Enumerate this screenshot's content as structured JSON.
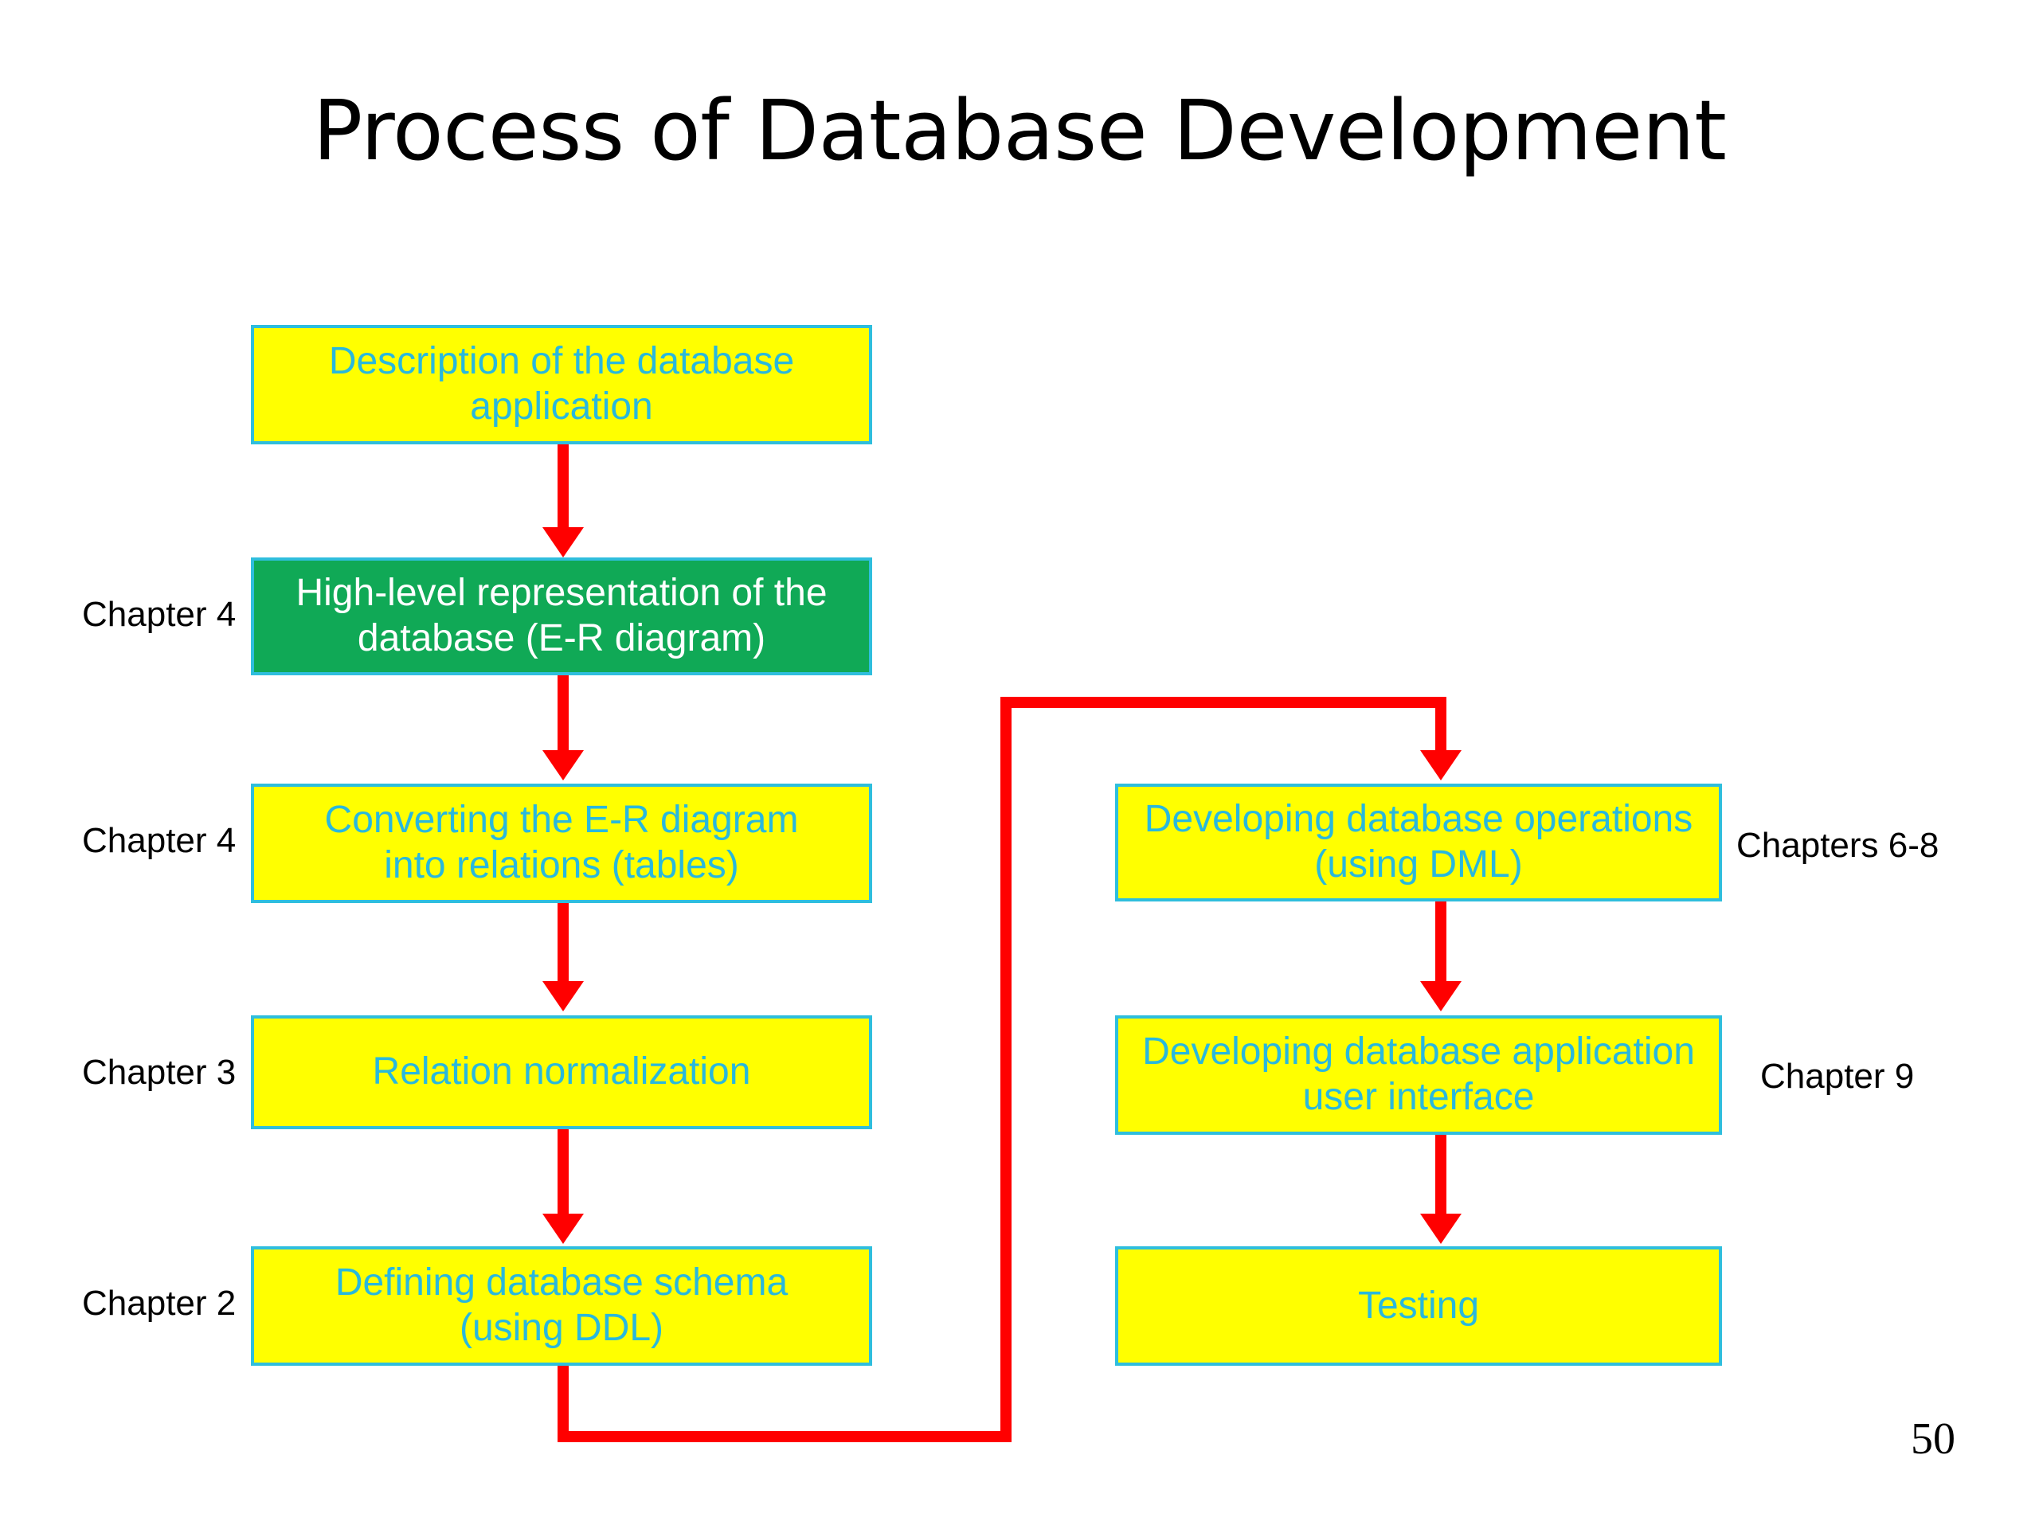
{
  "slide": {
    "title": "Process of Database Development",
    "page_number": "50",
    "background_color": "#ffffff"
  },
  "colors": {
    "box_fill_yellow": "#ffff00",
    "box_fill_green": "#10a956",
    "box_border_cyan": "#2fbedd",
    "box_text_cyan": "#29b8dd",
    "box_text_white": "#ffffff",
    "connector_red": "#ff0000",
    "label_black": "#000000"
  },
  "diagram": {
    "type": "flowchart",
    "left_column": [
      {
        "id": "description",
        "text": "Description of the database application",
        "line1": "Description of the database",
        "line2": "application",
        "fill": "yellow",
        "chapter": ""
      },
      {
        "id": "er-diagram",
        "text": "High-level representation of the database (E-R diagram)",
        "line1": "High-level representation of the",
        "line2": "database (E-R diagram)",
        "fill": "green",
        "chapter": "Chapter 4"
      },
      {
        "id": "converting",
        "text": "Converting the E-R diagram into relations (tables)",
        "line1": "Converting the E-R diagram",
        "line2": "into relations (tables)",
        "fill": "yellow",
        "chapter": "Chapter 4"
      },
      {
        "id": "normalization",
        "text": "Relation normalization",
        "line1": "Relation normalization",
        "line2": "",
        "fill": "yellow",
        "chapter": "Chapter 3"
      },
      {
        "id": "schema",
        "text": "Defining database schema (using DDL)",
        "line1": "Defining database schema",
        "line2": "(using DDL)",
        "fill": "yellow",
        "chapter": "Chapter 2"
      }
    ],
    "right_column": [
      {
        "id": "operations",
        "text": "Developing database operations (using DML)",
        "line1": "Developing database operations",
        "line2": "(using DML)",
        "fill": "yellow",
        "chapter": "Chapters 6-8"
      },
      {
        "id": "user-interface",
        "text": "Developing database application user interface",
        "line1": "Developing database application",
        "line2": "user interface",
        "fill": "yellow",
        "chapter": "Chapter 9"
      },
      {
        "id": "testing",
        "text": "Testing",
        "line1": "Testing",
        "line2": "",
        "fill": "yellow",
        "chapter": ""
      }
    ],
    "connectors": [
      "description -> er-diagram (down arrow)",
      "er-diagram -> converting (down arrow)",
      "converting -> normalization (down arrow)",
      "normalization -> schema (down arrow)",
      "schema -> operations (elbow: down, right, up, right, down arrow)",
      "operations -> user-interface (down arrow)",
      "user-interface -> testing (down arrow)"
    ]
  }
}
